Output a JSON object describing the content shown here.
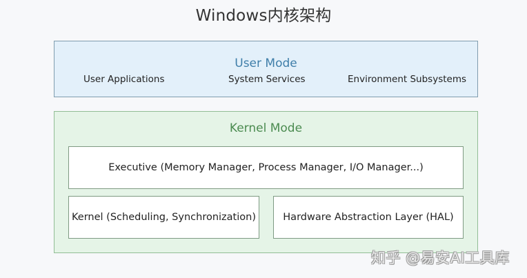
{
  "title": "Windows内核架构",
  "colors": {
    "background": "#f7f8fa",
    "user_mode_fill": "#e3f0fa",
    "user_mode_border": "#7f9cae",
    "user_mode_title": "#3f7ea9",
    "kernel_mode_fill": "#e5f4e7",
    "kernel_mode_border": "#91bd95",
    "kernel_mode_title": "#4b8b50",
    "component_fill": "#ffffff",
    "component_border": "#7e9a82"
  },
  "user_mode": {
    "label": "User Mode",
    "items": [
      {
        "label": "User Applications"
      },
      {
        "label": "System Services"
      },
      {
        "label": "Environment Subsystems"
      }
    ]
  },
  "kernel_mode": {
    "label": "Kernel Mode",
    "executive": {
      "label": "Executive (Memory Manager, Process Manager, I/O Manager...)"
    },
    "kernel": {
      "label": "Kernel (Scheduling, Synchronization)"
    },
    "hal": {
      "label": "Hardware Abstraction Layer (HAL)"
    }
  },
  "watermark": "知乎 @易安AI工具库"
}
